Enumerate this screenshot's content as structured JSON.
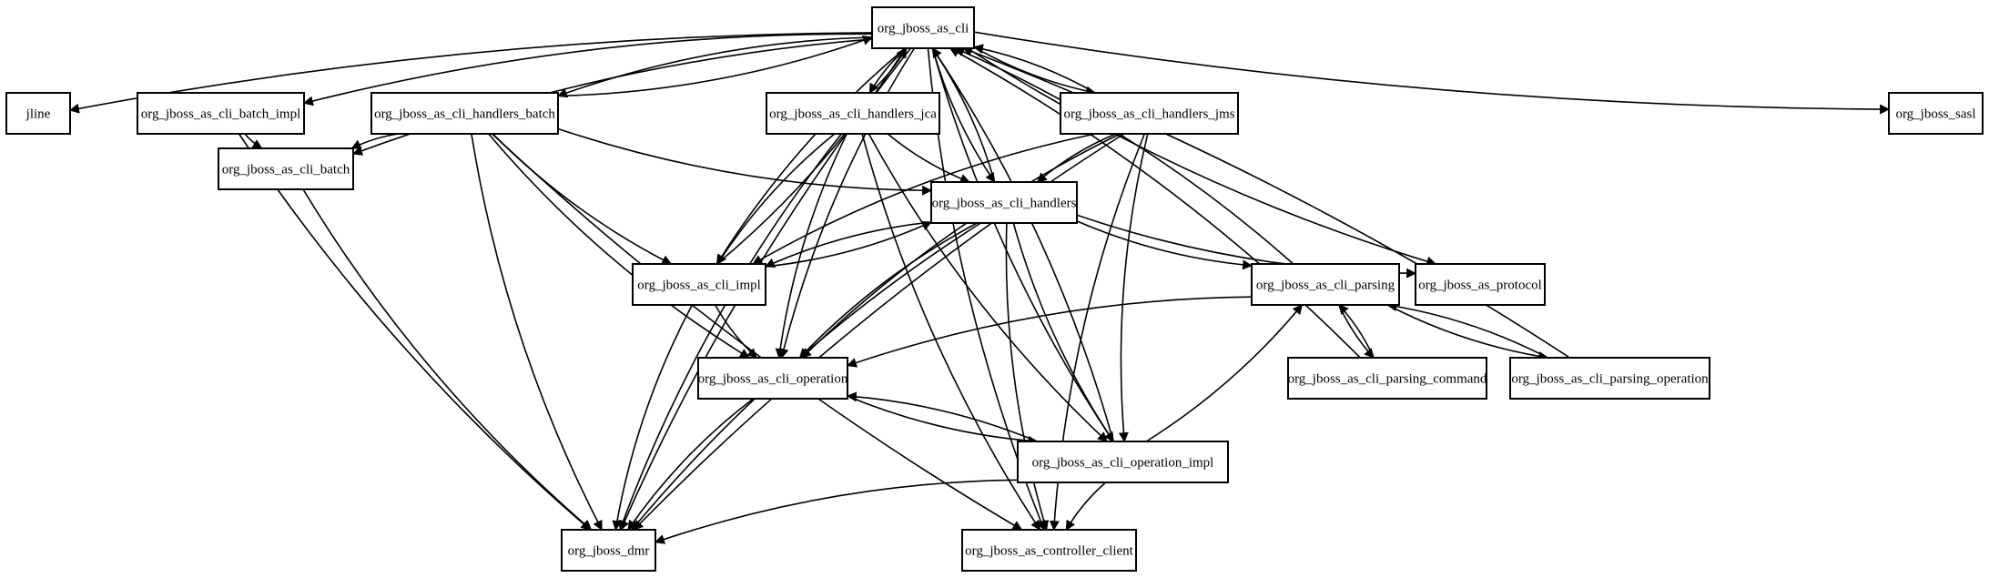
{
  "diagram": {
    "type": "dependency-graph",
    "colors": {
      "background": "#ffffff",
      "stroke": "#000000",
      "text": "#000000"
    },
    "nodes": [
      {
        "id": "cli",
        "label": "org_jboss_as_cli"
      },
      {
        "id": "jline",
        "label": "jline"
      },
      {
        "id": "batch_impl",
        "label": "org_jboss_as_cli_batch_impl"
      },
      {
        "id": "handlers_batch",
        "label": "org_jboss_as_cli_handlers_batch"
      },
      {
        "id": "handlers_jca",
        "label": "org_jboss_as_cli_handlers_jca"
      },
      {
        "id": "handlers_jms",
        "label": "org_jboss_as_cli_handlers_jms"
      },
      {
        "id": "sasl",
        "label": "org_jboss_sasl"
      },
      {
        "id": "batch",
        "label": "org_jboss_as_cli_batch"
      },
      {
        "id": "handlers",
        "label": "org_jboss_as_cli_handlers"
      },
      {
        "id": "impl",
        "label": "org_jboss_as_cli_impl"
      },
      {
        "id": "parsing",
        "label": "org_jboss_as_cli_parsing"
      },
      {
        "id": "protocol",
        "label": "org_jboss_as_protocol"
      },
      {
        "id": "operation",
        "label": "org_jboss_as_cli_operation"
      },
      {
        "id": "parsing_command",
        "label": "org_jboss_as_cli_parsing_command"
      },
      {
        "id": "parsing_operation",
        "label": "org_jboss_as_cli_parsing_operation"
      },
      {
        "id": "operation_impl",
        "label": "org_jboss_as_cli_operation_impl"
      },
      {
        "id": "dmr",
        "label": "org_jboss_dmr"
      },
      {
        "id": "controller_client",
        "label": "org_jboss_as_controller_client"
      }
    ],
    "edges": [
      {
        "from": "cli",
        "to": "jline"
      },
      {
        "from": "cli",
        "to": "batch_impl"
      },
      {
        "from": "cli",
        "to": "handlers_batch"
      },
      {
        "from": "cli",
        "to": "batch"
      },
      {
        "from": "cli",
        "to": "handlers_jca"
      },
      {
        "from": "cli",
        "to": "handlers_jms"
      },
      {
        "from": "cli",
        "to": "sasl"
      },
      {
        "from": "cli",
        "to": "handlers"
      },
      {
        "from": "cli",
        "to": "impl"
      },
      {
        "from": "cli",
        "to": "operation"
      },
      {
        "from": "cli",
        "to": "protocol"
      },
      {
        "from": "cli",
        "to": "operation_impl"
      },
      {
        "from": "cli",
        "to": "dmr"
      },
      {
        "from": "cli",
        "to": "controller_client"
      },
      {
        "from": "batch_impl",
        "to": "batch"
      },
      {
        "from": "batch_impl",
        "to": "dmr"
      },
      {
        "from": "handlers_batch",
        "to": "cli"
      },
      {
        "from": "handlers_batch",
        "to": "batch"
      },
      {
        "from": "handlers_batch",
        "to": "handlers"
      },
      {
        "from": "handlers_batch",
        "to": "impl"
      },
      {
        "from": "handlers_batch",
        "to": "operation"
      },
      {
        "from": "handlers_batch",
        "to": "dmr"
      },
      {
        "from": "handlers_batch",
        "to": "controller_client"
      },
      {
        "from": "handlers_jca",
        "to": "cli"
      },
      {
        "from": "handlers_jca",
        "to": "handlers"
      },
      {
        "from": "handlers_jca",
        "to": "impl"
      },
      {
        "from": "handlers_jca",
        "to": "operation"
      },
      {
        "from": "handlers_jca",
        "to": "operation_impl"
      },
      {
        "from": "handlers_jca",
        "to": "dmr"
      },
      {
        "from": "handlers_jca",
        "to": "controller_client"
      },
      {
        "from": "handlers_jms",
        "to": "cli"
      },
      {
        "from": "handlers_jms",
        "to": "handlers"
      },
      {
        "from": "handlers_jms",
        "to": "impl"
      },
      {
        "from": "handlers_jms",
        "to": "operation"
      },
      {
        "from": "handlers_jms",
        "to": "operation_impl"
      },
      {
        "from": "handlers_jms",
        "to": "dmr"
      },
      {
        "from": "handlers_jms",
        "to": "controller_client"
      },
      {
        "from": "handlers",
        "to": "cli"
      },
      {
        "from": "handlers",
        "to": "impl"
      },
      {
        "from": "handlers",
        "to": "parsing"
      },
      {
        "from": "handlers",
        "to": "protocol"
      },
      {
        "from": "handlers",
        "to": "operation"
      },
      {
        "from": "handlers",
        "to": "operation_impl"
      },
      {
        "from": "handlers",
        "to": "dmr"
      },
      {
        "from": "handlers",
        "to": "controller_client"
      },
      {
        "from": "impl",
        "to": "cli"
      },
      {
        "from": "impl",
        "to": "handlers"
      },
      {
        "from": "impl",
        "to": "operation"
      },
      {
        "from": "impl",
        "to": "dmr"
      },
      {
        "from": "parsing",
        "to": "cli"
      },
      {
        "from": "parsing",
        "to": "operation"
      },
      {
        "from": "parsing",
        "to": "parsing_command"
      },
      {
        "from": "parsing",
        "to": "parsing_operation"
      },
      {
        "from": "parsing_command",
        "to": "cli"
      },
      {
        "from": "parsing_command",
        "to": "parsing"
      },
      {
        "from": "parsing_operation",
        "to": "cli"
      },
      {
        "from": "parsing_operation",
        "to": "parsing"
      },
      {
        "from": "operation",
        "to": "operation_impl"
      },
      {
        "from": "operation",
        "to": "dmr"
      },
      {
        "from": "operation_impl",
        "to": "cli"
      },
      {
        "from": "operation_impl",
        "to": "operation"
      },
      {
        "from": "operation_impl",
        "to": "parsing"
      },
      {
        "from": "operation_impl",
        "to": "dmr"
      },
      {
        "from": "operation_impl",
        "to": "controller_client"
      },
      {
        "from": "batch",
        "to": "dmr"
      }
    ]
  }
}
